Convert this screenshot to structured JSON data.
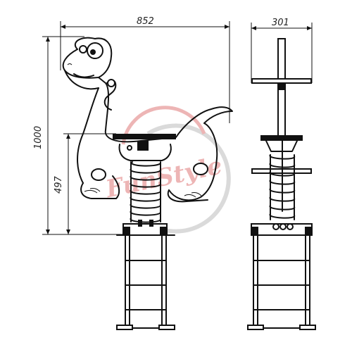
{
  "dimensions": {
    "width_front": "852",
    "height_total": "1000",
    "seat_height": "497",
    "width_side": "301"
  },
  "watermark": {
    "text": "FunStyle",
    "color": "#e07a7a"
  },
  "colors": {
    "line": "#111111",
    "background": "#ffffff"
  }
}
